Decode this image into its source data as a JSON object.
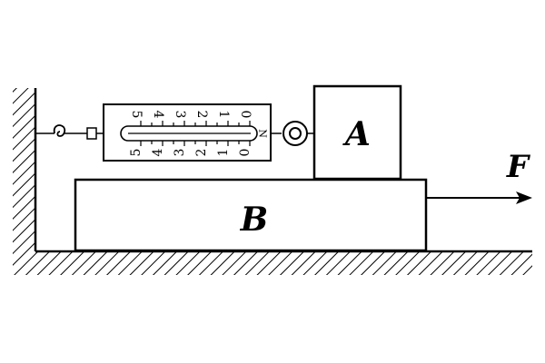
{
  "labels": {
    "block_a": "A",
    "block_b": "B",
    "force": "F"
  },
  "spring_scale": {
    "unit": "N",
    "scale_top": [
      "0",
      "1",
      "2",
      "3",
      "4",
      "5"
    ],
    "scale_bottom": [
      "0",
      "1",
      "2",
      "3",
      "4",
      "5"
    ]
  },
  "colors": {
    "line": "#000000",
    "background": "#ffffff"
  }
}
